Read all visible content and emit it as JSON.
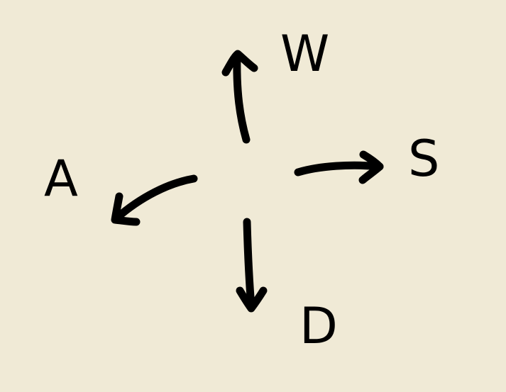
{
  "colors": {
    "background": "#f0ead6",
    "ink": "#000000"
  },
  "directions": [
    {
      "key": "W",
      "direction": "up"
    },
    {
      "key": "S",
      "direction": "right"
    },
    {
      "key": "A",
      "direction": "down-left"
    },
    {
      "key": "D",
      "direction": "down"
    }
  ]
}
